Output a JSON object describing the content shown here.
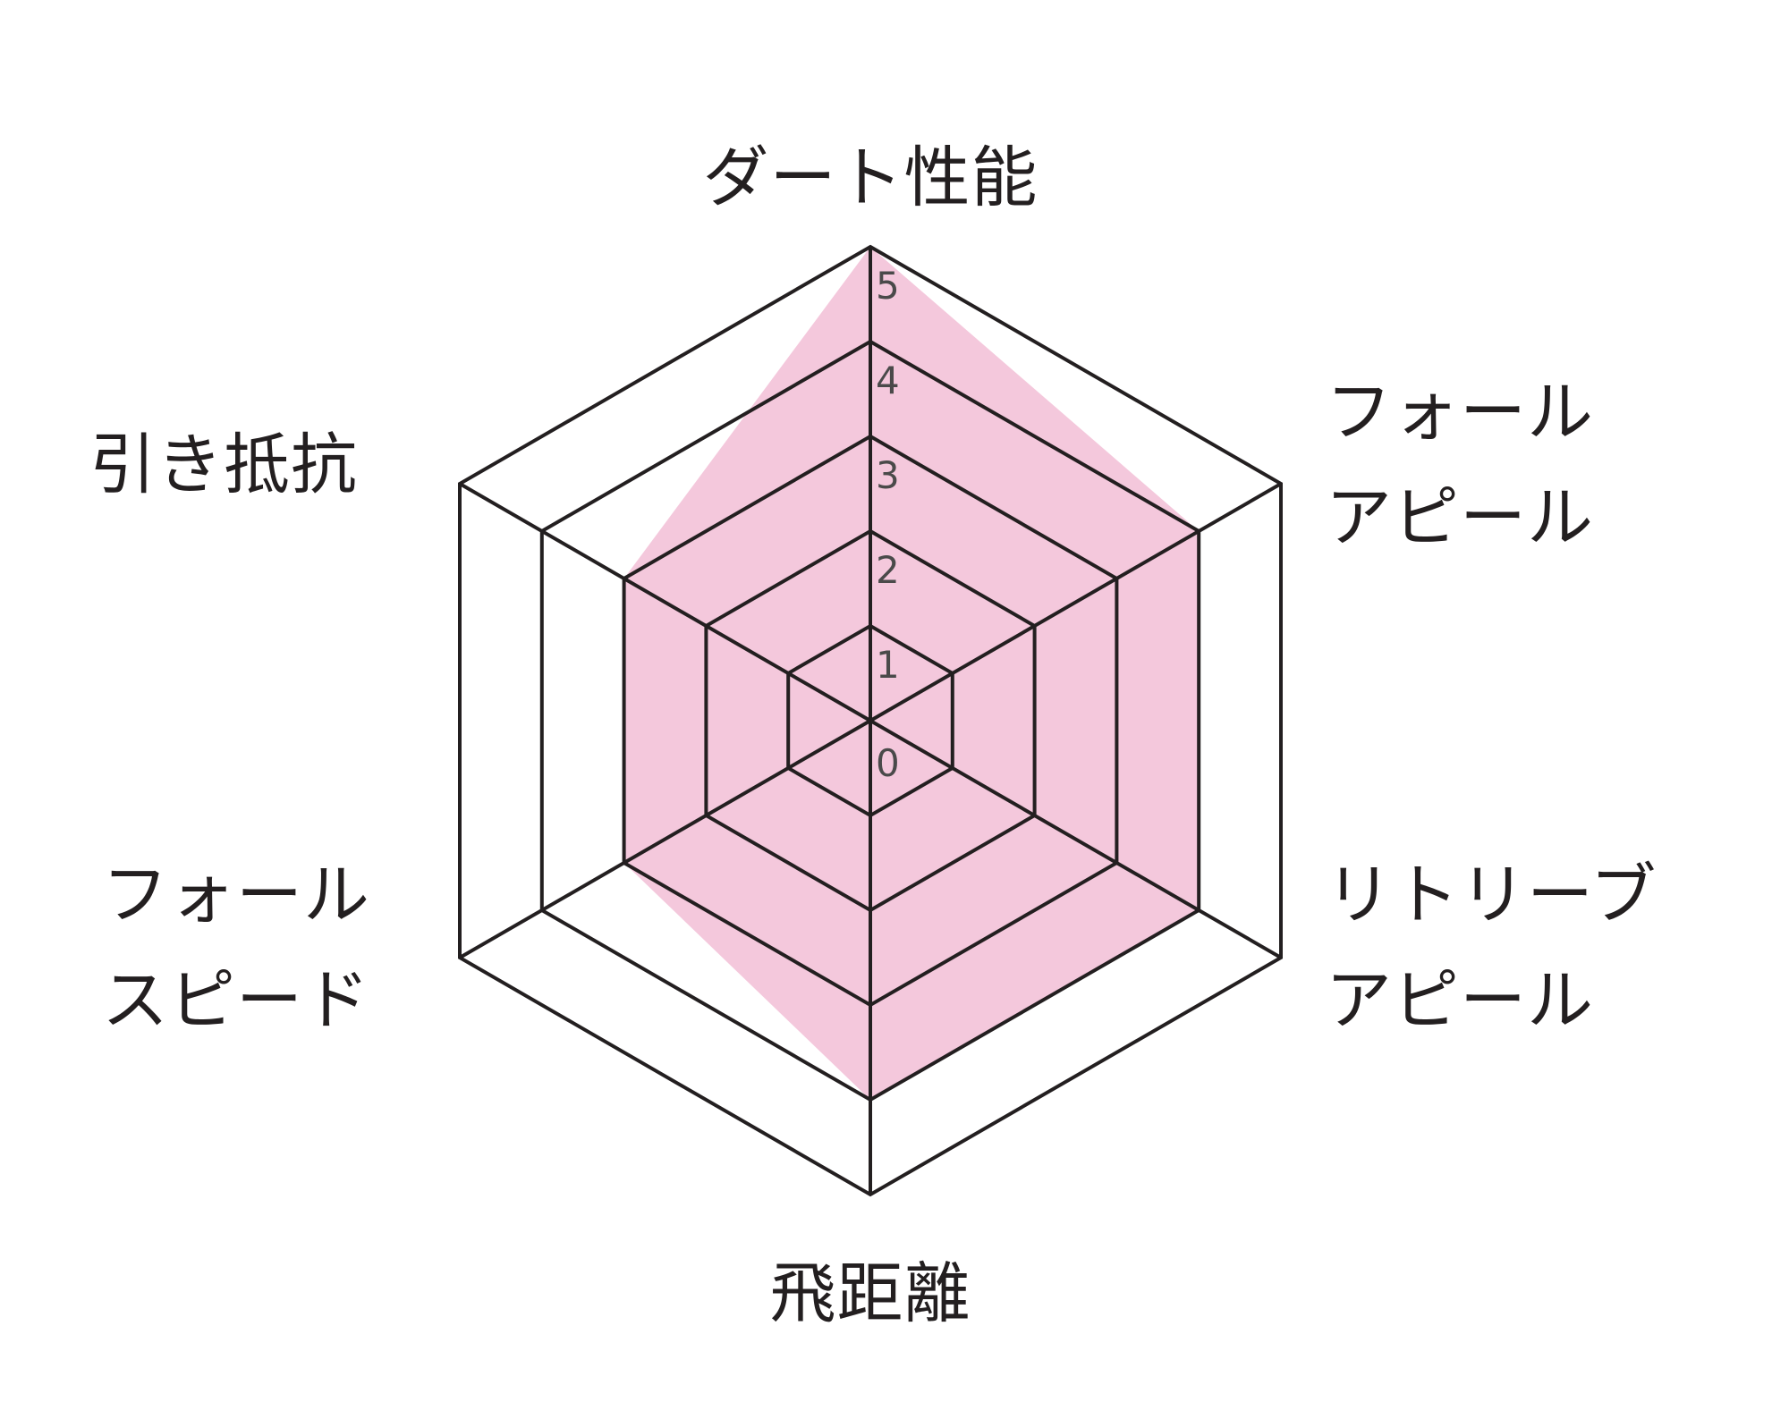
{
  "chart_data": {
    "type": "radar",
    "title": "",
    "axes": [
      {
        "key": "dart",
        "lines": [
          "ダート性能"
        ]
      },
      {
        "key": "fall_appeal",
        "lines": [
          "フォール",
          "アピール"
        ]
      },
      {
        "key": "retrieve_appeal",
        "lines": [
          "リトリーブ",
          "アピール"
        ]
      },
      {
        "key": "distance",
        "lines": [
          "飛距離"
        ]
      },
      {
        "key": "fall_speed",
        "lines": [
          "フォール",
          "スピード"
        ]
      },
      {
        "key": "resistance",
        "lines": [
          "引き抵抗"
        ]
      }
    ],
    "ticks": [
      "0",
      "1",
      "2",
      "3",
      "4",
      "5"
    ],
    "range": [
      0,
      5
    ],
    "series": [
      {
        "values": [
          5,
          4,
          4,
          4,
          3,
          3
        ]
      }
    ],
    "colors": {
      "fill": "#f4c8dc",
      "grid": "#231f20",
      "background": "#ffffff"
    }
  }
}
